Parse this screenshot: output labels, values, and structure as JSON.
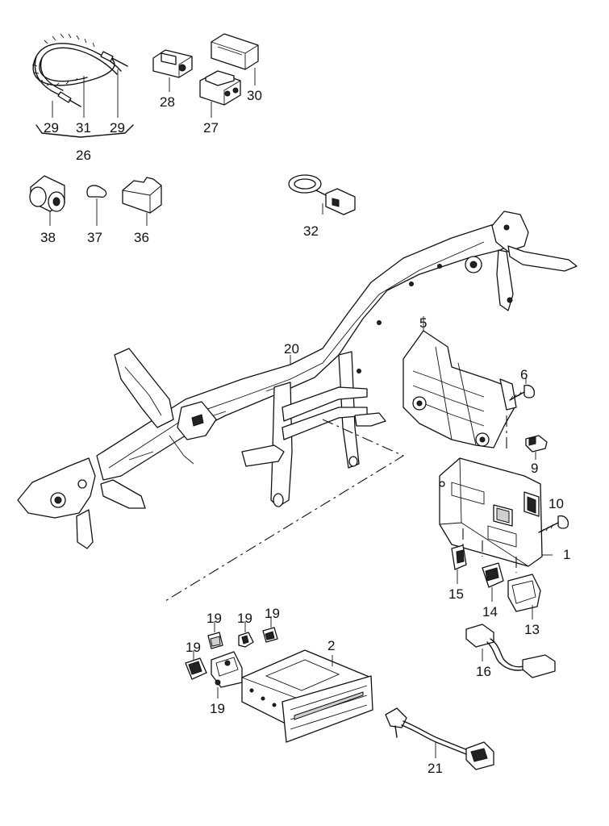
{
  "callouts": {
    "c1": "1",
    "c2": "2",
    "c5": "5",
    "c6": "6",
    "c9": "9",
    "c10": "10",
    "c13": "13",
    "c14": "14",
    "c15": "15",
    "c16": "16",
    "c19a": "19",
    "c19b": "19",
    "c19c": "19",
    "c19d": "19",
    "c19e": "19",
    "c20": "20",
    "c21": "21",
    "c26": "26",
    "c27": "27",
    "c28": "28",
    "c29a": "29",
    "c29b": "29",
    "c30": "30",
    "c31": "31",
    "c32": "32",
    "c36": "36",
    "c37": "37",
    "c38": "38"
  }
}
